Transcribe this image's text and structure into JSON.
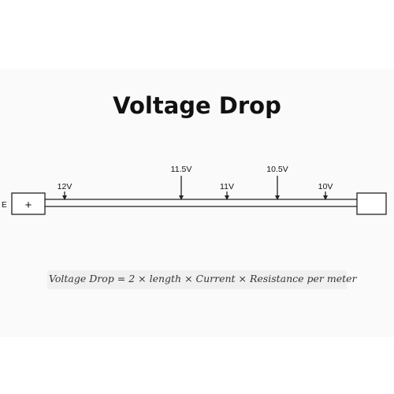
{
  "title": "Voltage Drop",
  "diagram": {
    "left_label": "E",
    "plus_symbol": "+",
    "points": [
      {
        "label": "12V",
        "level": "low"
      },
      {
        "label": "11.5V",
        "level": "high"
      },
      {
        "label": "11V",
        "level": "low"
      },
      {
        "label": "10.5V",
        "level": "high"
      },
      {
        "label": "10V",
        "level": "low"
      }
    ]
  },
  "formula": "Voltage Drop  = 2 × length  × Current  × Resistance per meter",
  "colors": {
    "line": "#222222",
    "text": "#111111",
    "formula_bg": "#f0f0f0"
  }
}
